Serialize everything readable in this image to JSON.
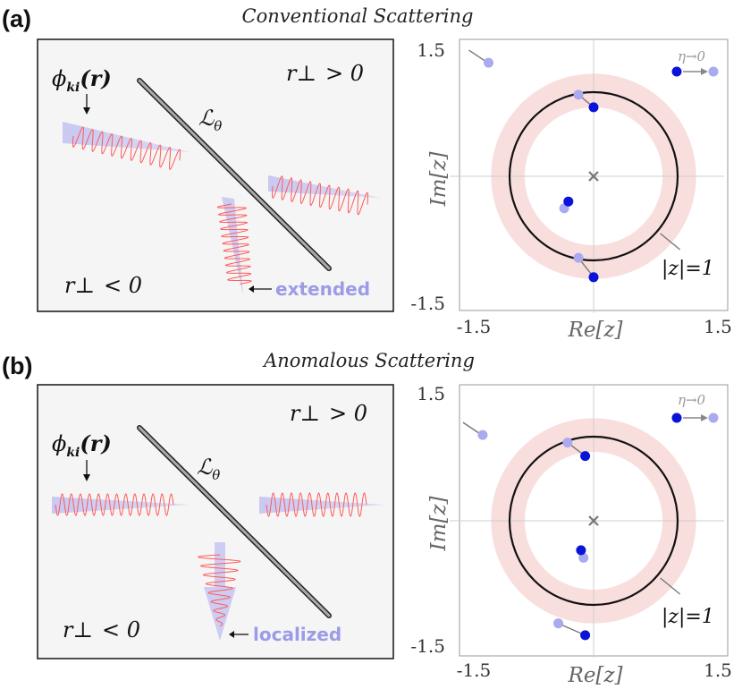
{
  "panels": [
    {
      "label": "(a)",
      "title": "Conventional Scattering",
      "psi_label": "ϕ",
      "psi_sub": "ki",
      "psi_arg": "(r)",
      "line_label": "ℒ",
      "line_sub": "θ",
      "rperp_pos_sym": "r⊥",
      "rperp_pos_rel": "> 0",
      "rperp_neg_sym": "r⊥",
      "rperp_neg_rel": "< 0",
      "wave_note": "extended",
      "plot": {
        "xlabel": "Re[z]",
        "ylabel": "Im[z]",
        "xticks": [
          "-1.5",
          "1.5"
        ],
        "yticks": [
          "1.5",
          "-1.5"
        ],
        "circle_label": "|z|=1",
        "limit_label": "η→0"
      }
    },
    {
      "label": "(b)",
      "title": "Anomalous Scattering",
      "psi_label": "ϕ",
      "psi_sub": "ki",
      "psi_arg": "(r)",
      "line_label": "ℒ",
      "line_sub": "θ",
      "rperp_pos_sym": "r⊥",
      "rperp_pos_rel": "> 0",
      "rperp_neg_sym": "r⊥",
      "rperp_neg_rel": "< 0",
      "wave_note": "localized",
      "plot": {
        "xlabel": "Re[z]",
        "ylabel": "Im[z]",
        "xticks": [
          "-1.5",
          "1.5"
        ],
        "yticks": [
          "1.5",
          "-1.5"
        ],
        "circle_label": "|z|=1",
        "limit_label": "η→0"
      }
    }
  ],
  "colors": {
    "wave": "#ff5a5a",
    "arrow": "#c9c9f2",
    "dark_point": "#0a14d8",
    "light_point": "#a9aaf0",
    "annulus": "#f9dede",
    "panel_bg": "#f5f5f5"
  },
  "chart_data": [
    {
      "type": "scatter",
      "xlabel": "Re[z]",
      "ylabel": "Im[z]",
      "xlim": [
        -1.5,
        1.5
      ],
      "ylim": [
        -1.5,
        1.5
      ],
      "unit_circle_radius": 1,
      "annulus_radii": [
        0.82,
        1.22
      ],
      "grid": "axes lines through origin",
      "origin_marker": "x",
      "series": [
        {
          "name": "η→0",
          "points": [
            [
              0.0,
              0.82
            ],
            [
              -0.3,
              -0.3
            ],
            [
              0.0,
              -1.2
            ]
          ]
        },
        {
          "points": [
            [
              -1.25,
              1.35
            ],
            [
              -0.18,
              0.97
            ],
            [
              -0.35,
              -0.38
            ],
            [
              -0.18,
              -0.97
            ]
          ]
        }
      ]
    },
    {
      "type": "scatter",
      "xlabel": "Re[z]",
      "ylabel": "Im[z]",
      "xlim": [
        -1.5,
        1.5
      ],
      "ylim": [
        -1.5,
        1.5
      ],
      "unit_circle_radius": 1,
      "annulus_radii": [
        0.82,
        1.22
      ],
      "grid": "axes lines through origin",
      "origin_marker": "x",
      "series": [
        {
          "name": "η→0",
          "points": [
            [
              -0.1,
              0.77
            ],
            [
              -0.15,
              -0.35
            ],
            [
              -0.1,
              -1.36
            ]
          ]
        },
        {
          "points": [
            [
              -1.32,
              1.02
            ],
            [
              -0.31,
              0.93
            ],
            [
              -0.12,
              -0.44
            ],
            [
              -0.42,
              -1.22
            ]
          ]
        }
      ]
    }
  ]
}
